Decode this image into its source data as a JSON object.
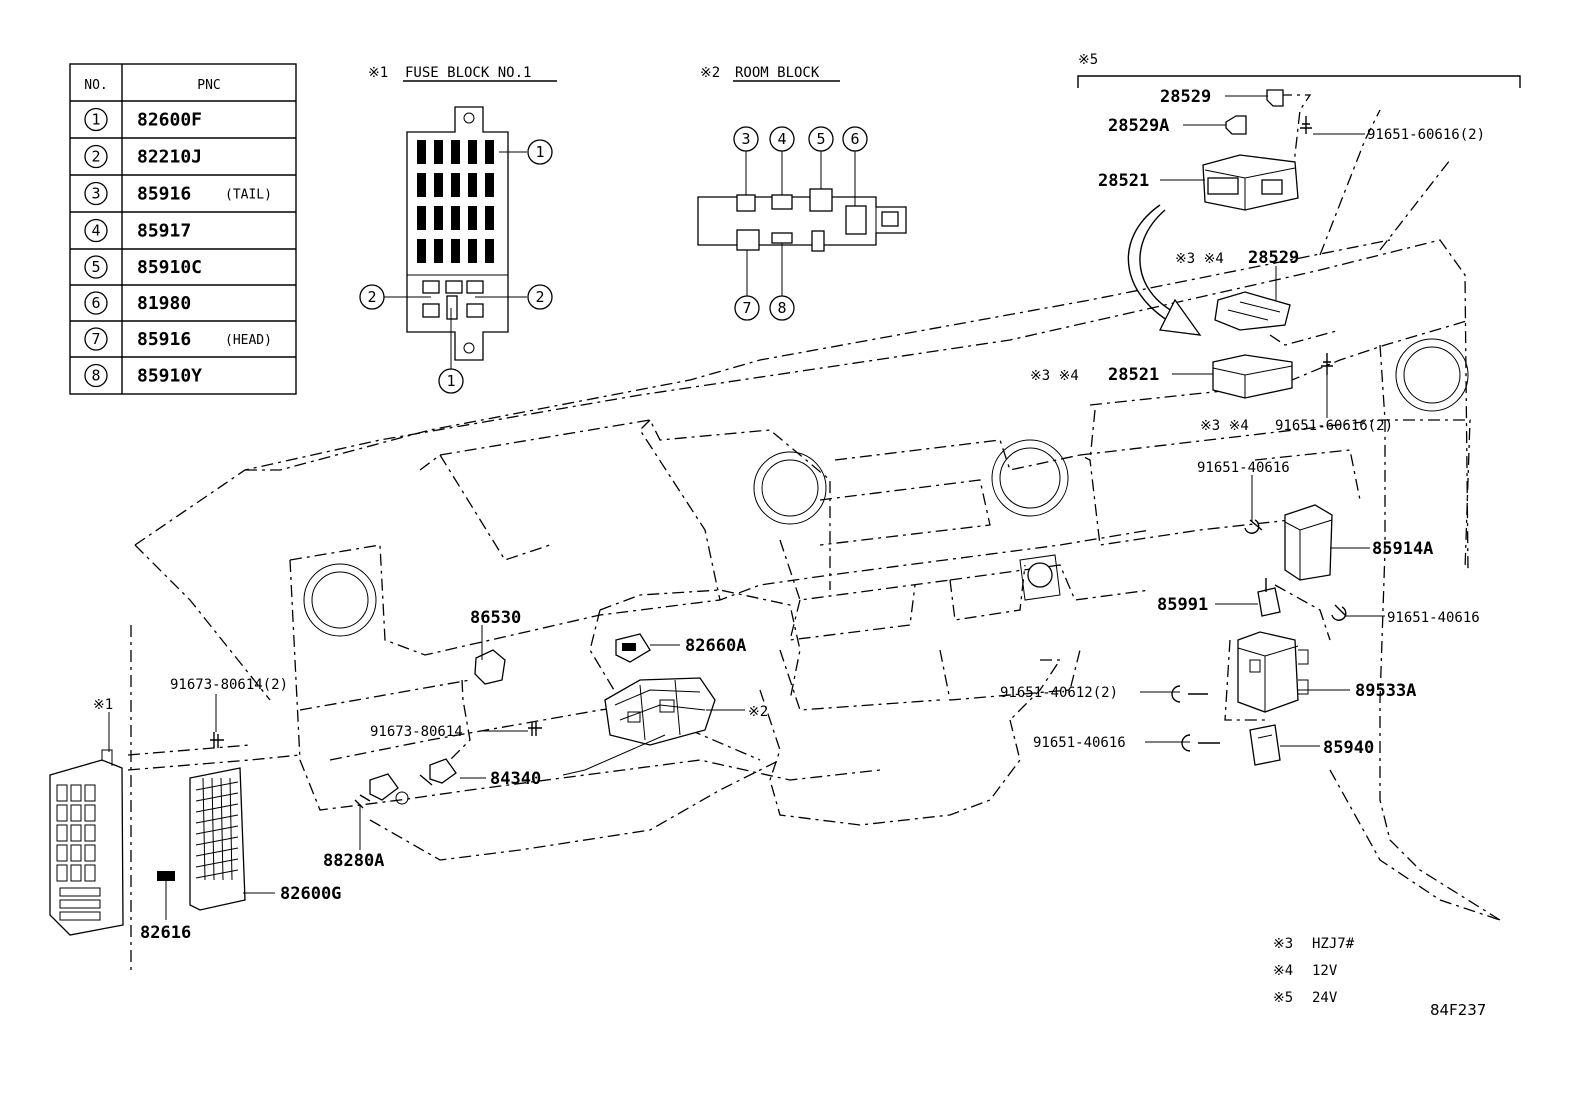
{
  "table": {
    "header_no": "NO.",
    "header_pnc": "PNC",
    "rows": [
      {
        "no": "1",
        "pnc": "82600F",
        "note": ""
      },
      {
        "no": "2",
        "pnc": "82210J",
        "note": ""
      },
      {
        "no": "3",
        "pnc": "85916",
        "note": "(TAIL)"
      },
      {
        "no": "4",
        "pnc": "85917",
        "note": ""
      },
      {
        "no": "5",
        "pnc": "85910C",
        "note": ""
      },
      {
        "no": "6",
        "pnc": "81980",
        "note": ""
      },
      {
        "no": "7",
        "pnc": "85916",
        "note": "(HEAD)"
      },
      {
        "no": "8",
        "pnc": "85910Y",
        "note": ""
      }
    ]
  },
  "fuse_block": {
    "mark": "※1",
    "title": "FUSE BLOCK NO.1",
    "callouts": [
      "1",
      "2",
      "2",
      "1"
    ]
  },
  "room_block": {
    "mark": "※2",
    "title": "ROOM BLOCK",
    "callouts": [
      "3",
      "4",
      "5",
      "6",
      "7",
      "8"
    ]
  },
  "labels": {
    "mark5": "※5",
    "p28529": "28529",
    "p28529a": "28529A",
    "p91651_60616_2": "91651-60616(2)",
    "p28521": "28521",
    "m3_m4_28529": "※3 ※4",
    "p28529b": "28529",
    "m3_m4_28521": "※3 ※4",
    "p28521b": "28521",
    "m3_m4_91651": "※3 ※4",
    "p91651_60616_2b": "91651-60616(2)",
    "p91651_40616a": "91651-40616",
    "p85914a": "85914A",
    "p85991": "85991",
    "p91651_40616b": "91651-40616",
    "p91651_40612_2": "91651-40612(2)",
    "p89533a": "89533A",
    "p91651_40616c": "91651-40616",
    "p85940": "85940",
    "p86530": "86530",
    "p82660a": "82660A",
    "p91673_80614_2": "91673-80614(2)",
    "p91673_80614": "91673-80614",
    "mark2": "※2",
    "p84340": "84340",
    "p88280a": "88280A",
    "mark1": "※1",
    "p82616": "82616",
    "p82600g": "82600G"
  },
  "legend": [
    {
      "mark": "※3",
      "text": "HZJ7#"
    },
    {
      "mark": "※4",
      "text": "12V"
    },
    {
      "mark": "※5",
      "text": "24V"
    }
  ],
  "figure_id": "84F237"
}
